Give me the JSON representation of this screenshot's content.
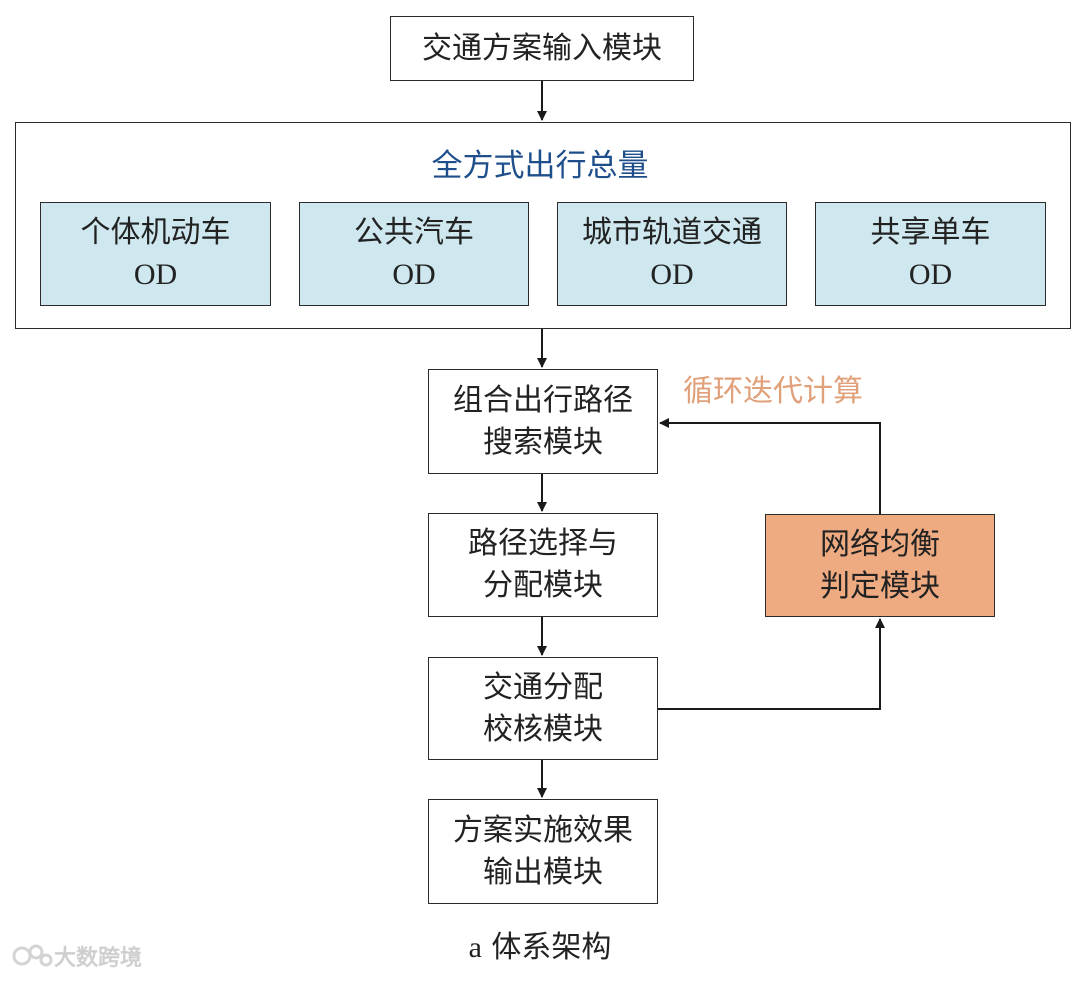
{
  "input_module": "交通方案输入模块",
  "group": {
    "title": "全方式出行总量",
    "od_boxes": [
      {
        "line1": "个体机动车",
        "line2": "OD"
      },
      {
        "line1": "公共汽车",
        "line2": "OD"
      },
      {
        "line1": "城市轨道交通",
        "line2": "OD"
      },
      {
        "line1": "共享单车",
        "line2": "OD"
      }
    ]
  },
  "path_search": {
    "line1": "组合出行路径",
    "line2": "搜索模块"
  },
  "path_select": {
    "line1": "路径选择与",
    "line2": "分配模块"
  },
  "assign_check": {
    "line1": "交通分配",
    "line2": "校核模块"
  },
  "output_module": {
    "line1": "方案实施效果",
    "line2": "输出模块"
  },
  "equilibrium": {
    "line1": "网络均衡",
    "line2": "判定模块"
  },
  "loop_label": "循环迭代计算",
  "caption": {
    "prefix": "a",
    "text": " 体系架构"
  },
  "watermark": "大数跨境",
  "colors": {
    "od_fill": "#cfe8ef",
    "equilibrium_fill": "#eeaa80",
    "group_title": "#1f4f8b",
    "loop_label": "#e0a07a"
  }
}
